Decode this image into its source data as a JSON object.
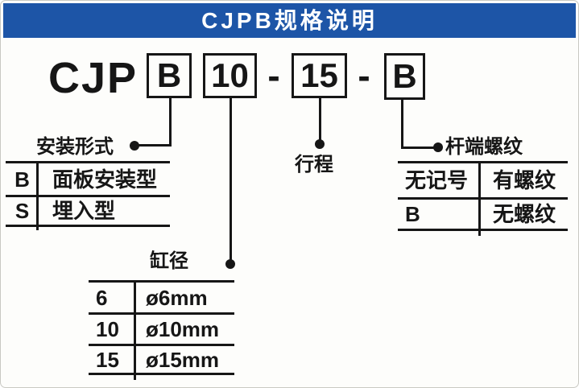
{
  "colors": {
    "header_bg": "#1d55a7",
    "header_fg": "#ffffff",
    "line": "#161616",
    "background": "#fdfdfb"
  },
  "header": {
    "title": "CJPB规格说明"
  },
  "code": {
    "prefix": "CJP",
    "separator": "-",
    "boxes": [
      {
        "text": "B"
      },
      {
        "text": "10"
      },
      {
        "text": "15"
      },
      {
        "text": "B"
      }
    ]
  },
  "callouts": {
    "mounting": {
      "label": "安装形式"
    },
    "bore": {
      "label": "缸径"
    },
    "stroke": {
      "label": "行程"
    },
    "rod_thread": {
      "label": "杆端螺纹"
    }
  },
  "tables": {
    "mounting": {
      "rows": [
        {
          "code": "B",
          "desc": "面板安装型"
        },
        {
          "code": "S",
          "desc": "埋入型"
        }
      ]
    },
    "rod_thread": {
      "rows": [
        {
          "code": "无记号",
          "desc": "有螺纹"
        },
        {
          "code": "B",
          "desc": "无螺纹"
        }
      ]
    },
    "bore": {
      "rows": [
        {
          "code": "6",
          "desc": "ø6mm"
        },
        {
          "code": "10",
          "desc": "ø10mm"
        },
        {
          "code": "15",
          "desc": "ø15mm"
        }
      ]
    }
  }
}
